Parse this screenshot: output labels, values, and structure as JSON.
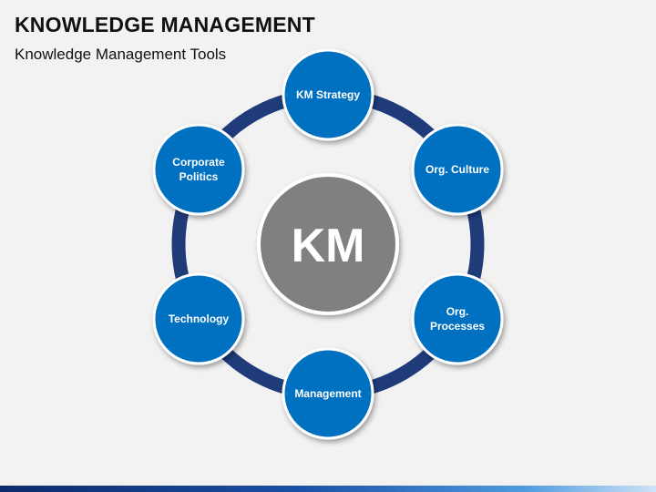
{
  "header": {
    "title": "KNOWLEDGE MANAGEMENT",
    "subtitle": "Knowledge Management Tools"
  },
  "diagram": {
    "center": {
      "label": "KM"
    },
    "nodes": [
      {
        "id": "km-strategy",
        "lines": [
          "KM Strategy"
        ]
      },
      {
        "id": "org-culture",
        "lines": [
          "Org. Culture"
        ]
      },
      {
        "id": "org-processes",
        "lines": [
          "Org.",
          "Processes"
        ]
      },
      {
        "id": "management",
        "lines": [
          "Management"
        ]
      },
      {
        "id": "technology",
        "lines": [
          "Technology"
        ]
      },
      {
        "id": "corporate-politics",
        "lines": [
          "Corporate",
          "Politics"
        ]
      }
    ],
    "colors": {
      "node_fill": "#0070c0",
      "node_stroke": "#ffffff",
      "ring": "#1f3b7a",
      "center_fill": "#808080",
      "center_stroke": "#ffffff"
    }
  }
}
